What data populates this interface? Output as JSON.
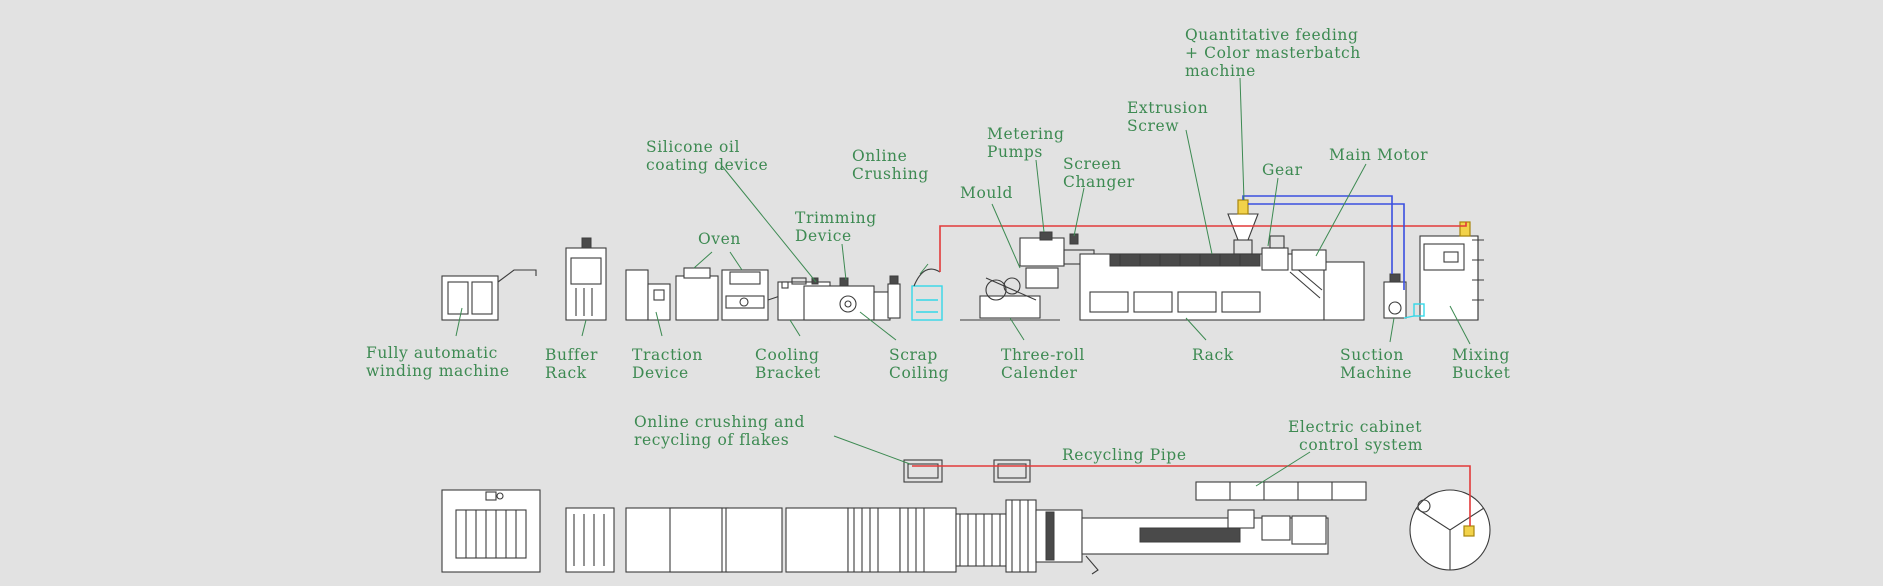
{
  "labels": {
    "quantitative_feeding": "Quantitative feeding\n+ Color masterbatch\nmachine",
    "extrusion_screw": "Extrusion\nScrew",
    "main_motor": "Main Motor",
    "gear": "Gear",
    "metering_pumps": "Metering\nPumps",
    "screen_changer": "Screen\nChanger",
    "silicone_oil": "Silicone oil\ncoating device",
    "online_crushing": "Online\nCrushing",
    "mould": "Mould",
    "trimming_device": "Trimming\nDevice",
    "oven": "Oven",
    "fully_automatic_winding": "Fully automatic\nwinding machine",
    "buffer_rack": "Buffer\nRack",
    "traction_device": "Traction\nDevice",
    "cooling_bracket": "Cooling\nBracket",
    "scrap_coiling": "Scrap\nCoiling",
    "three_roll_calender": "Three-roll\nCalender",
    "rack": "Rack",
    "suction_machine": "Suction\nMachine",
    "mixing_bucket": "Mixing\nBucket",
    "online_crushing_recycling": "Online crushing and\nrecycling of flakes",
    "recycling_pipe": "Recycling Pipe",
    "electric_cabinet": "Electric cabinet\n  control system"
  },
  "colors": {
    "background": "#e2e2e2",
    "label_text": "#3d8a52",
    "machine_lines": "#3c3c3c",
    "recycling_pipe": "#e23a3a",
    "suction_line": "#3a4fe0",
    "crushing_unit": "#35d8e8",
    "hopper": "#f2d24a"
  }
}
